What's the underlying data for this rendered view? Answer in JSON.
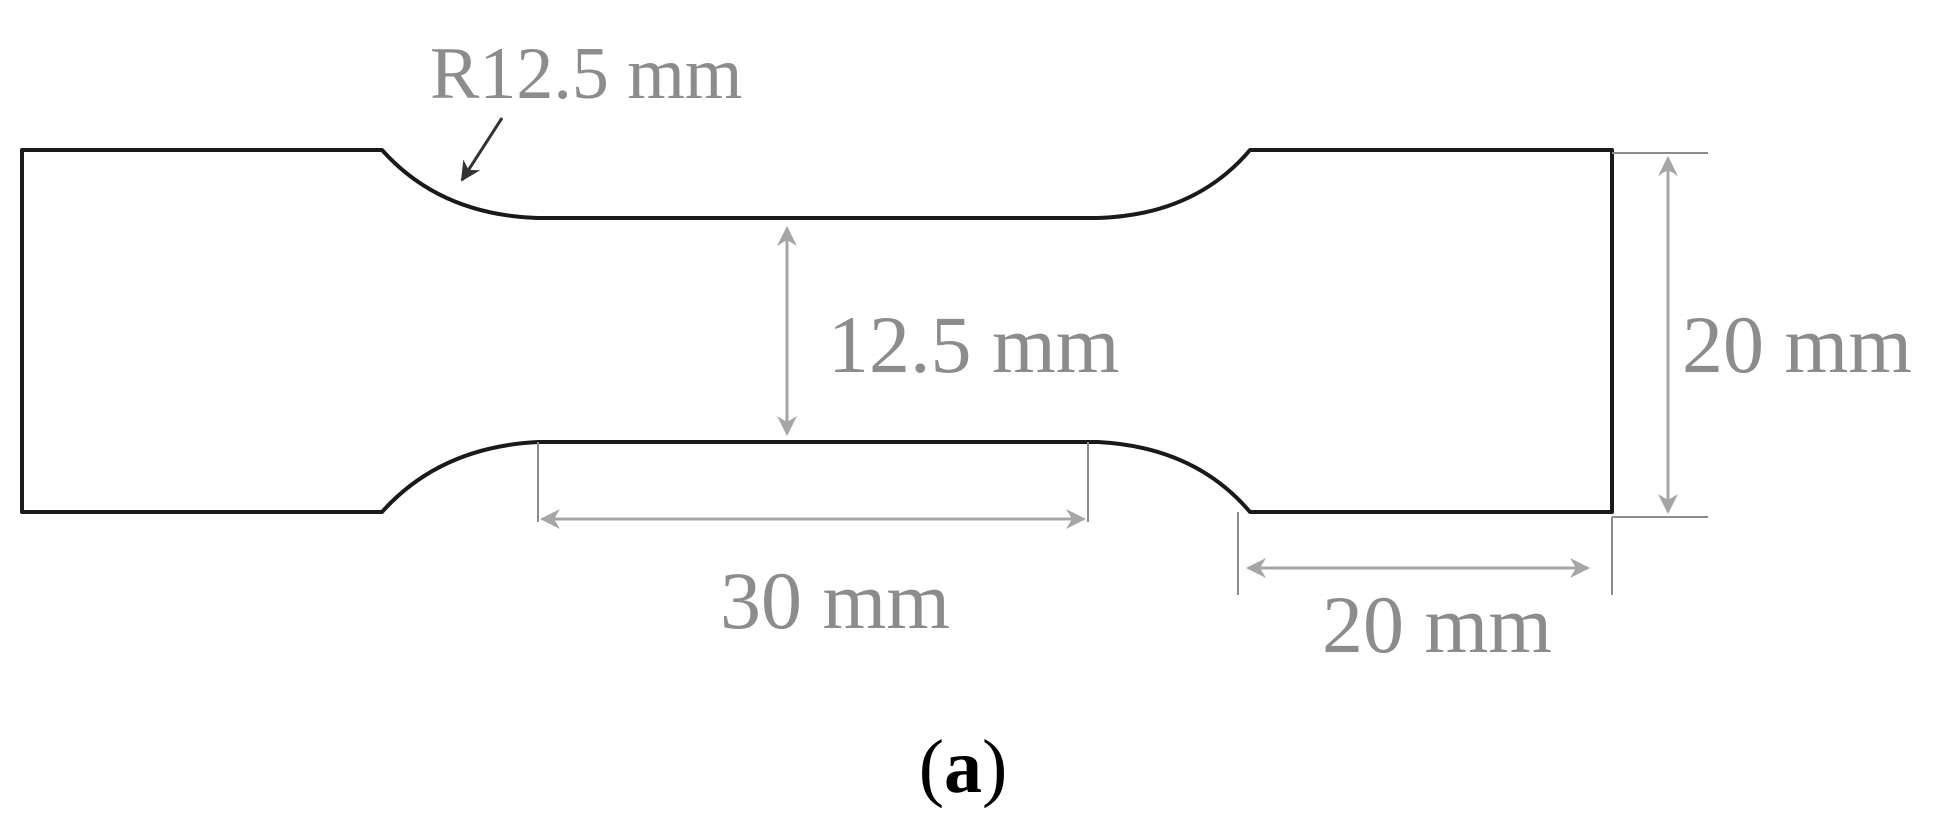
{
  "labels": {
    "radius": "R12.5 mm",
    "gauge_width": "12.5 mm",
    "gauge_length": "30 mm",
    "grip_width": "20 mm",
    "grip_length": "20 mm",
    "caption_open": "(",
    "caption_letter": "a",
    "caption_close": ")"
  },
  "colors": {
    "outline": "#1a1a1a",
    "dimension": "#a6a6a6",
    "dimension_text": "#8c8c8c",
    "caption": "#000000"
  }
}
